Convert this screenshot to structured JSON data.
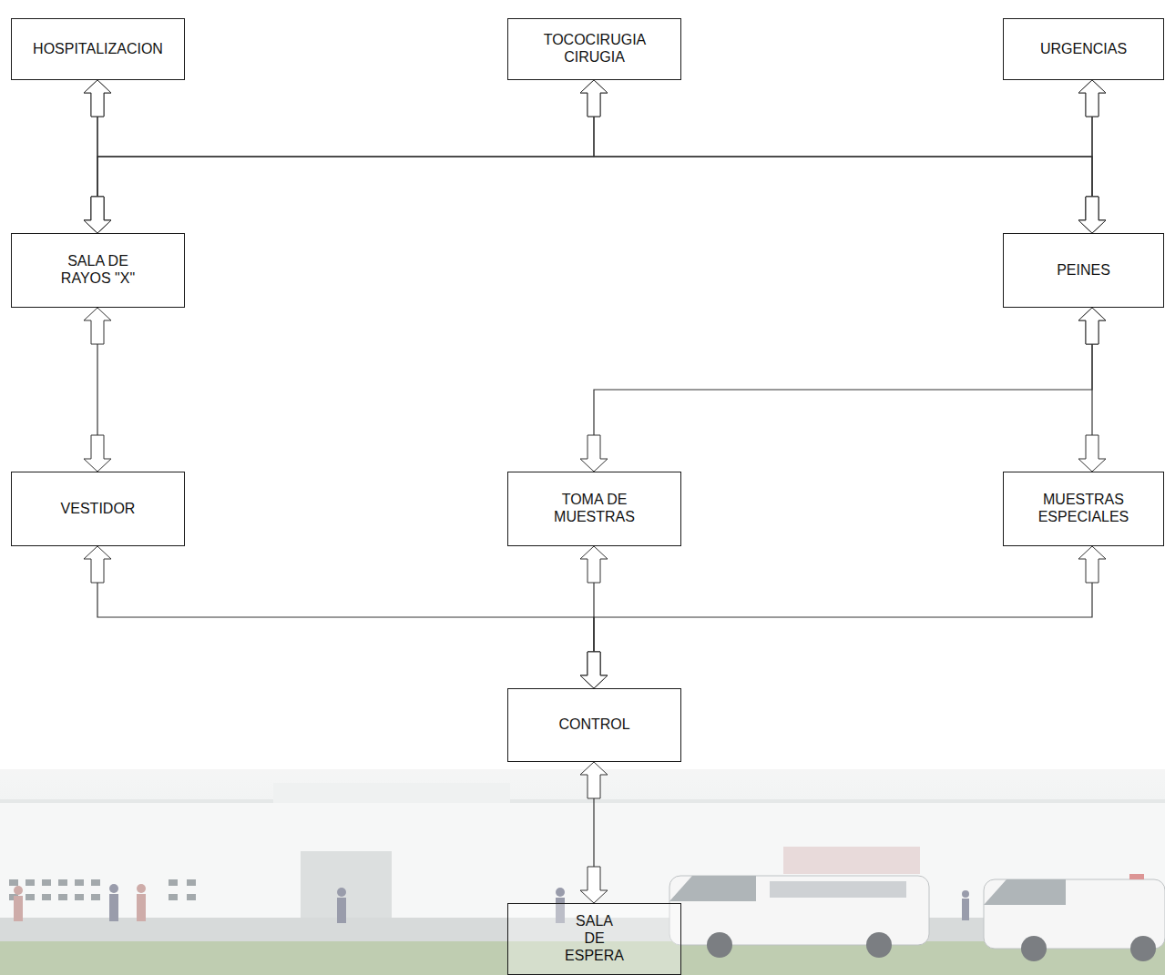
{
  "diagram": {
    "nodes": [
      {
        "text": [
          "HOSPITALIZACION"
        ]
      },
      {
        "text": [
          "TOCOCIRUGIA CIRUGIA"
        ]
      },
      {
        "text": [
          "URGENCIAS"
        ]
      },
      {
        "text": [
          "SALA DE RAYOS \"X\""
        ]
      },
      {
        "text": [
          "PEINES"
        ]
      },
      {
        "text": [
          "VESTIDOR"
        ]
      },
      {
        "text": [
          "TOMA DE MUESTRAS"
        ]
      },
      {
        "text": [
          "MUESTRAS ESPECIALES"
        ]
      },
      {
        "text": [
          "CONTROL"
        ]
      },
      {
        "text": [
          "SALA DE ESPERA"
        ]
      }
    ],
    "edges": [
      {
        "from": 3,
        "to": 0,
        "arrow": "both"
      },
      {
        "from": 3,
        "to": 1,
        "arrow": "both"
      },
      {
        "from": 3,
        "to": 2,
        "arrow": "both"
      },
      {
        "from": 4,
        "to": 0,
        "arrow": "both"
      },
      {
        "from": 4,
        "to": 1,
        "arrow": "both"
      },
      {
        "from": 4,
        "to": 2,
        "arrow": "both"
      },
      {
        "from": 3,
        "to": 5,
        "arrow": "both"
      },
      {
        "from": 4,
        "to": 6,
        "arrow": "both"
      },
      {
        "from": 4,
        "to": 7,
        "arrow": "both"
      },
      {
        "from": 8,
        "to": 5,
        "arrow": "both"
      },
      {
        "from": 8,
        "to": 6,
        "arrow": "both"
      },
      {
        "from": 8,
        "to": 7,
        "arrow": "both"
      },
      {
        "from": 8,
        "to": 9,
        "arrow": "both"
      }
    ]
  }
}
